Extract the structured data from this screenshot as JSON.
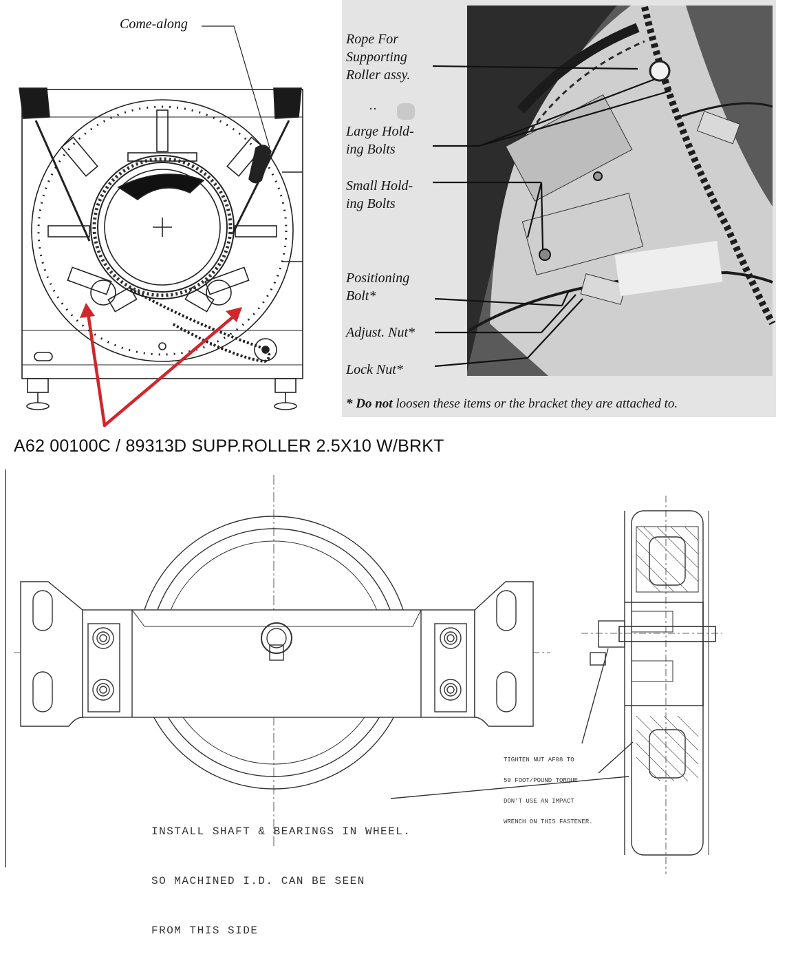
{
  "front_view": {
    "come_along_label": "Come-along"
  },
  "photo": {
    "callouts": [
      "Rope For Supporting Roller assy.",
      "Large Holding Bolts",
      "Small Holding Bolts",
      "Positioning Bolt*",
      "Adjust. Nut*",
      "Lock Nut*"
    ],
    "callout_lines": {
      "rope": [
        "Rope For",
        "Supporting",
        "Roller assy."
      ],
      "large": [
        "Large Hold-",
        "ing Bolts"
      ],
      "small": [
        "Small Hold-",
        "ing Bolts"
      ],
      "positioning": [
        "Positioning",
        "Bolt*"
      ],
      "adjust": [
        "Adjust. Nut*"
      ],
      "lock": [
        "Lock Nut*"
      ]
    },
    "footnote_prefix": "* Do not",
    "footnote_rest": "loosen these items or the bracket they are attached to."
  },
  "drawing": {
    "title": "A62 00100C / 89313D SUPP.ROLLER 2.5X10 W/BRKT",
    "torque_note": [
      "TIGHTEN NUT AF08 TO",
      "50 FOOT/POUND TORQUE",
      "DON'T USE AN IMPACT",
      "WRENCH ON THIS FASTENER."
    ],
    "install_note": [
      "INSTALL SHAFT & BEARINGS IN WHEEL.",
      "SO MACHINED I.D. CAN BE SEEN",
      "FROM THIS SIDE"
    ]
  },
  "colors": {
    "arrow": "#d1262b",
    "photo_bg": "#e4e4e4",
    "photo_dark": "#3a3a3a"
  }
}
